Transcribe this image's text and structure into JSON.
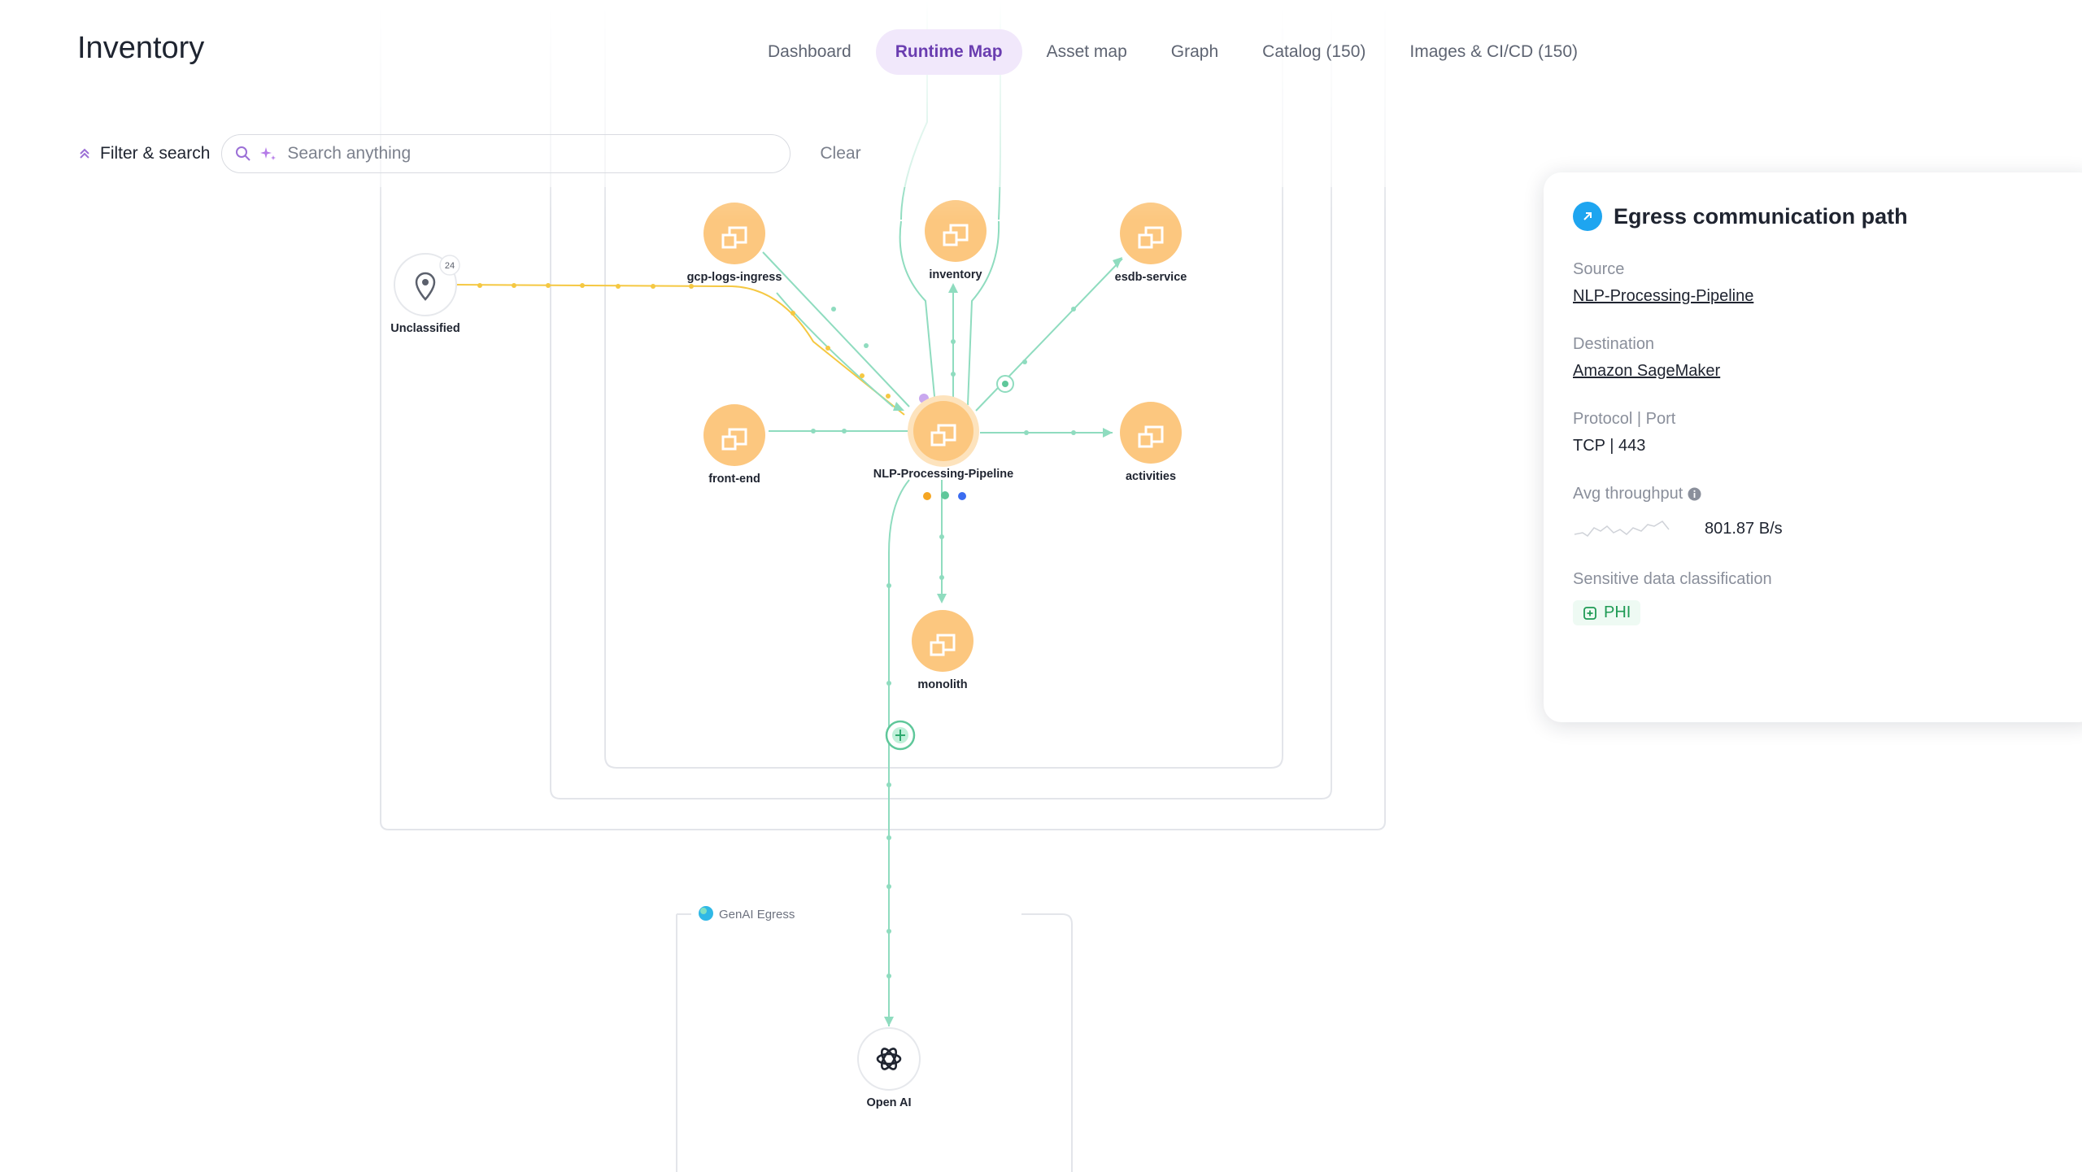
{
  "header": {
    "title": "Inventory",
    "tabs": [
      {
        "label": "Dashboard"
      },
      {
        "label": "Runtime Map",
        "active": true
      },
      {
        "label": "Asset map"
      },
      {
        "label": "Graph"
      },
      {
        "label": "Catalog  (150)"
      },
      {
        "label": "Images & CI/CD  (150)"
      }
    ]
  },
  "filter": {
    "toggle_label": "Filter & search",
    "search_placeholder": "Search anything",
    "clear_label": "Clear"
  },
  "map": {
    "nodes": {
      "unclassified": {
        "label": "Unclassified",
        "badge": "24"
      },
      "gcp_logs_ingress": {
        "label": "gcp-logs-ingress"
      },
      "inventory": {
        "label": "inventory"
      },
      "esdb_service": {
        "label": "esdb-service"
      },
      "front_end": {
        "label": "front-end"
      },
      "nlp_pipeline": {
        "label": "NLP-Processing-Pipeline"
      },
      "activities": {
        "label": "activities"
      },
      "monolith": {
        "label": "monolith"
      },
      "open_ai": {
        "label": "Open AI"
      }
    },
    "genai_group_label": "GenAI Egress",
    "colors": {
      "service_node": "#fcc77f",
      "edge_green": "#8fdcbf",
      "edge_yellow": "#f5c842"
    }
  },
  "panel": {
    "title": "Egress communication path",
    "source_label": "Source",
    "source_value": "NLP-Processing-Pipeline",
    "destination_label": "Destination",
    "destination_value": "Amazon SageMaker",
    "protocol_label": "Protocol | Port",
    "protocol_value": "TCP | 443",
    "throughput_label": "Avg throughput",
    "throughput_value": "801.87 B/s",
    "sensitive_label": "Sensitive data classification",
    "sensitive_badge": "PHI"
  }
}
